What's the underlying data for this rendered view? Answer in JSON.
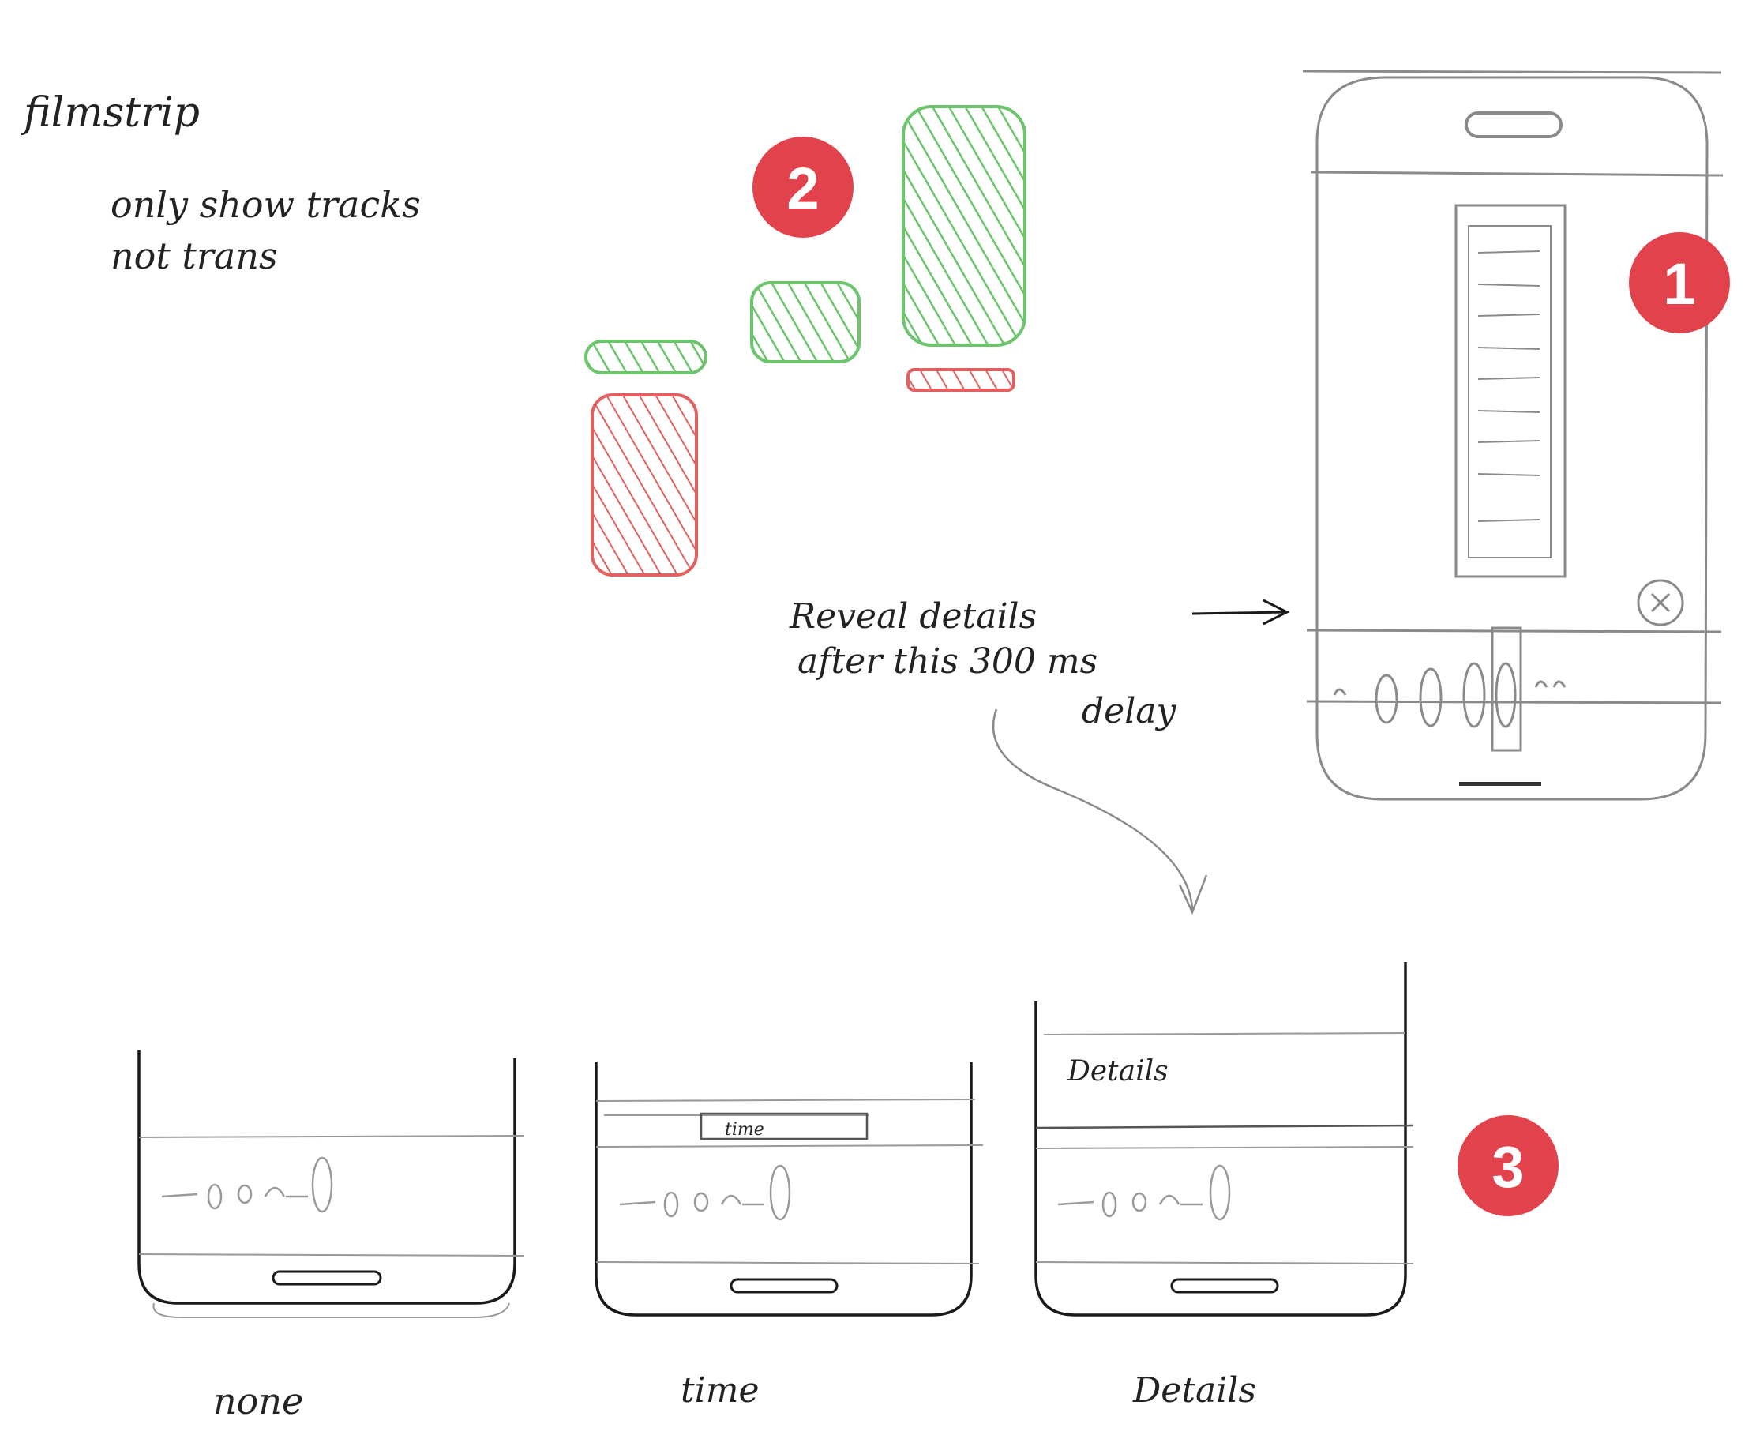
{
  "notes": {
    "filmstrip_title": "filmstrip",
    "line1": "only show tracks",
    "line2": "not trans",
    "reveal_line1": "Reveal details",
    "reveal_line2": "after this 300 ms",
    "reveal_line3": "delay"
  },
  "badges": {
    "one": "1",
    "two": "2",
    "three": "3"
  },
  "variants": {
    "a_label": "none",
    "b_label": "time",
    "b_inner": "time",
    "c_label": "Details",
    "c_inner": "Details"
  },
  "colors": {
    "badge": "#e2424b",
    "green": "#6cc46c",
    "red": "#e2605f",
    "pencil": "#8a8a8a",
    "ink": "#1a1a1a"
  }
}
